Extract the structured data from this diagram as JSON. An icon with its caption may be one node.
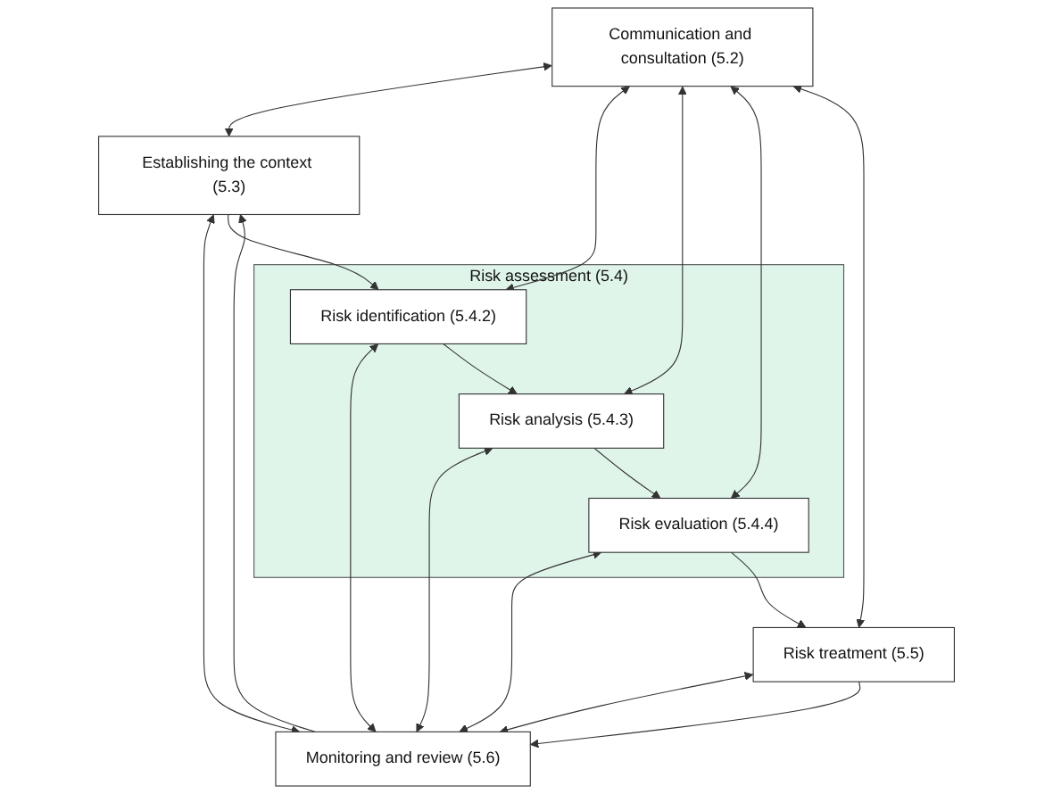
{
  "diagram": {
    "nodes": [
      {
        "text": [
          "Communication and consultation (5.2)"
        ]
      },
      {
        "text": [
          "Establishing the context (5.3)"
        ]
      },
      {
        "text": [
          "Risk assessment (5.4)"
        ]
      },
      {
        "text": [
          "Risk identification (5.4.2)"
        ],
        "in": 2
      },
      {
        "text": [
          "Risk analysis (5.4.3)"
        ],
        "in": 2
      },
      {
        "text": [
          "Risk evaluation (5.4.4)"
        ],
        "in": 2
      },
      {
        "text": [
          "Risk treatment (5.5)"
        ]
      },
      {
        "text": [
          "Monitoring and review (5.6)"
        ]
      }
    ],
    "edges": [
      {
        "from": 7,
        "to": 1,
        "arrow": "to"
      },
      {
        "from": 0,
        "to": 1,
        "arrow": "both"
      },
      {
        "from": 1,
        "to": 7,
        "arrow": "both"
      },
      {
        "from": 1,
        "to": 3,
        "arrow": "to"
      },
      {
        "from": 0,
        "to": 3,
        "arrow": "both"
      },
      {
        "from": 3,
        "to": 7,
        "arrow": "both"
      },
      {
        "from": 3,
        "to": 4,
        "arrow": "to"
      },
      {
        "from": 0,
        "to": 4,
        "arrow": "both"
      },
      {
        "from": 4,
        "to": 7,
        "arrow": "both"
      },
      {
        "from": 4,
        "to": 5,
        "arrow": "to"
      },
      {
        "from": 0,
        "to": 5,
        "arrow": "both"
      },
      {
        "from": 5,
        "to": 7,
        "arrow": "both"
      },
      {
        "from": 5,
        "to": 6,
        "arrow": "to"
      },
      {
        "from": 0,
        "to": 6,
        "arrow": "both"
      },
      {
        "from": 6,
        "to": 7,
        "arrow": "both"
      },
      {
        "from": 6,
        "to": 7,
        "arrow": "to"
      }
    ]
  }
}
